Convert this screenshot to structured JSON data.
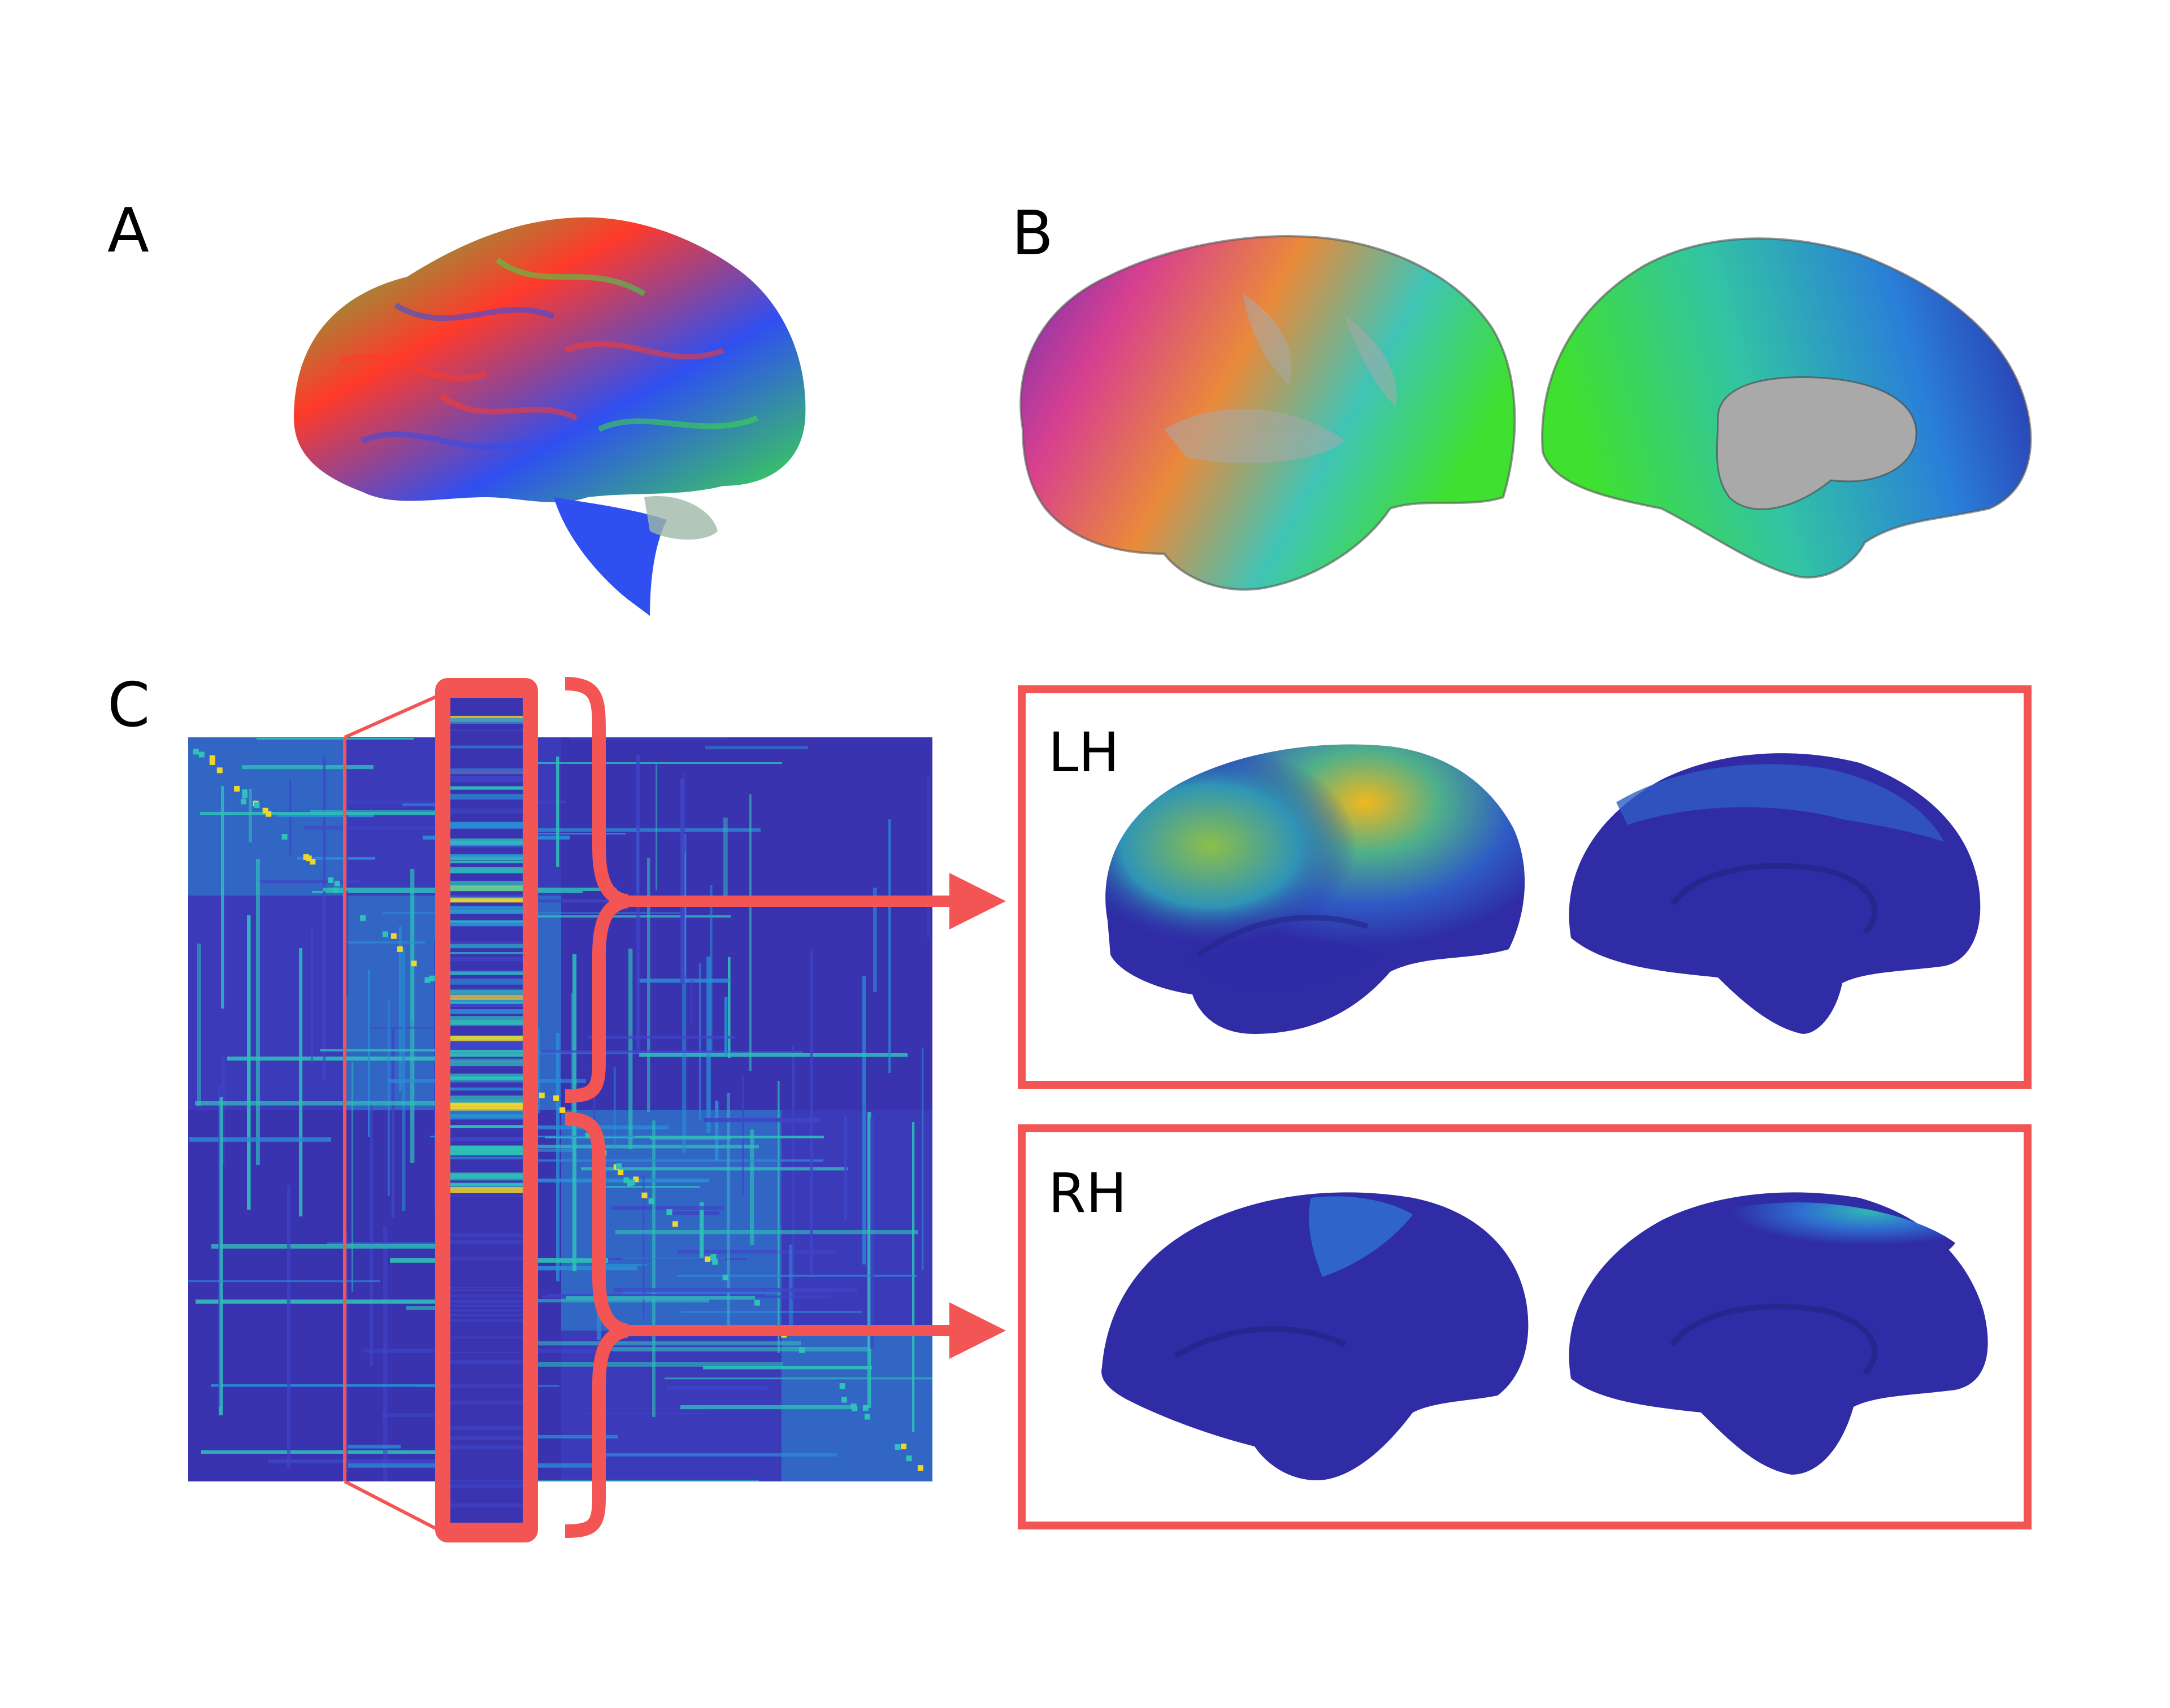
{
  "panels": {
    "a": {
      "label": "A"
    },
    "b": {
      "label": "B"
    },
    "c": {
      "label": "C"
    }
  },
  "hemispheres": {
    "left": {
      "label": "LH"
    },
    "right": {
      "label": "RH"
    }
  },
  "colors": {
    "highlight": "#f35454",
    "matrix_background": "#3a34b0",
    "matrix_low": "#3f45c8",
    "matrix_mid": "#2a8fd6",
    "matrix_cyan": "#2ec2b8",
    "matrix_high": "#f0d62a",
    "surface_low": "#2f2ca6",
    "surface_mid": "#2fa0b8",
    "surface_high": "#f1b81d",
    "tract_red": "#ff3a2a",
    "tract_green": "#3cdc46",
    "tract_blue": "#2f4ff0",
    "mesh_gray": "#a9a9a9"
  },
  "icons": {
    "arrow": "arrow-right-icon",
    "brace": "curly-brace-icon"
  }
}
